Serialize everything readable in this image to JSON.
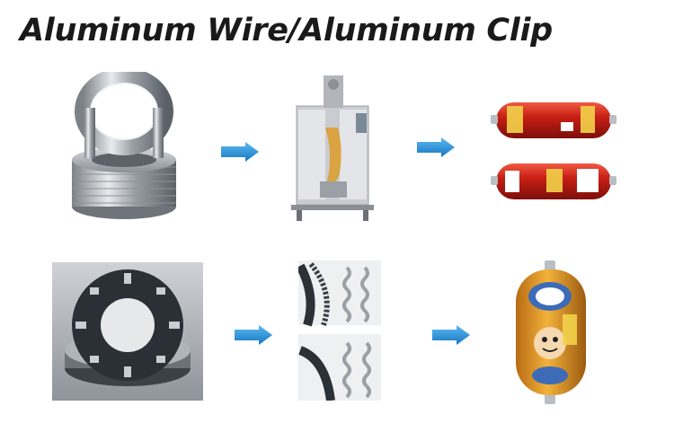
{
  "header": {
    "title": "Aluminum Wire/Aluminum Clip"
  },
  "rows": [
    {
      "items": [
        {
          "kind": "image",
          "name": "aluminum-wire-coil"
        },
        {
          "kind": "arrow",
          "name": "blue-arrow-icon"
        },
        {
          "kind": "image",
          "name": "clipping-machine"
        },
        {
          "kind": "arrow",
          "name": "blue-arrow-icon"
        },
        {
          "kind": "image",
          "name": "red-sausages"
        }
      ]
    },
    {
      "items": [
        {
          "kind": "image",
          "name": "aluminum-clip-coil"
        },
        {
          "kind": "arrow",
          "name": "blue-arrow-icon"
        },
        {
          "kind": "image",
          "name": "clip-closeups"
        },
        {
          "kind": "arrow",
          "name": "blue-arrow-icon"
        },
        {
          "kind": "image",
          "name": "orange-sausage"
        }
      ]
    }
  ],
  "colors": {
    "arrow": "#2196e0",
    "arrow_dark": "#1678c0",
    "sausage_red": "#d42a1e",
    "sausage_orange": "#e9a02a",
    "metal": "#b9bec4"
  }
}
